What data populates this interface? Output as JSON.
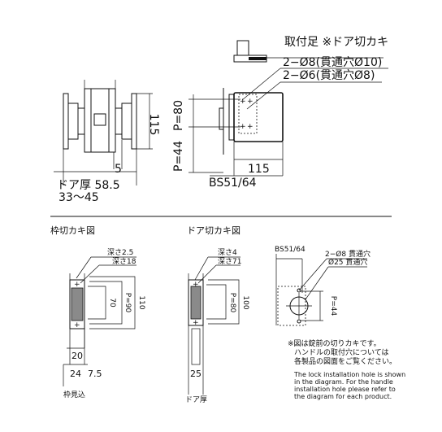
{
  "top": {
    "mount_title": "取付足 ※ドア切カキ",
    "hole1": "2−Ø8(貫通穴Ø10)",
    "hole2": "2−Ø6(貫通穴Ø8)",
    "dim_115_v": "115",
    "dim_5": "5",
    "door_thickness": "ドア厚 58.5",
    "door_range": "33〜45",
    "p80": "P=80",
    "p44": "P=44",
    "dim_115_h": "115",
    "bs": "BS51/64"
  },
  "frame": {
    "title": "枠切カキ図",
    "depth1": "深さ2.5",
    "depth2": "深さ18",
    "d70": "70",
    "p90": "P=90",
    "d110": "110",
    "d20": "20",
    "d24": "24",
    "d75": "7.5",
    "footer": "枠見込"
  },
  "door": {
    "title": "ドア切カキ図",
    "depth1": "深さ4",
    "depth2": "深さ71",
    "p80": "P=80",
    "d100": "100",
    "d25": "25",
    "footer": "ドア厚"
  },
  "hole": {
    "bs": "BS51/64",
    "h1": "2−Ø8 貫通穴",
    "h2": "Ø25 貫通穴",
    "p44": "P=44"
  },
  "notes": {
    "jp1": "※図は錠前の切りカキです。",
    "jp2": "ハンドルの取付穴については",
    "jp3": "各製品の図面をご覧ください。",
    "en1": "The lock installation hole is shown",
    "en2": "in the diagram. For the handle",
    "en3": "installation hole please refer to",
    "en4": "the diagram for each product."
  }
}
